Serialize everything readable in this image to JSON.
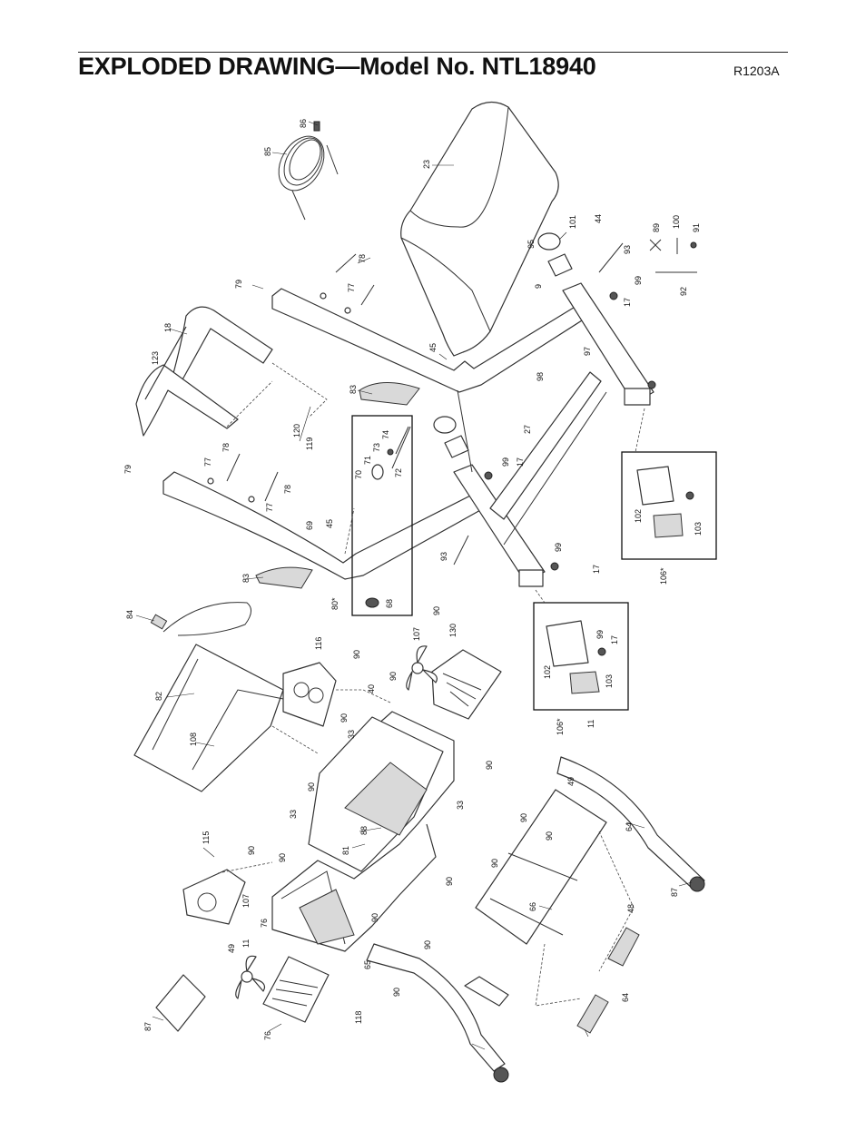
{
  "header": {
    "title": "EXPLODED DRAWING—Model No. NTL18940",
    "code": "R1203A"
  },
  "callouts": [
    "86",
    "85",
    "23",
    "101",
    "44",
    "95",
    "89",
    "100",
    "91",
    "93",
    "9",
    "99",
    "17",
    "92",
    "78",
    "79",
    "77",
    "18",
    "123",
    "45",
    "97",
    "98",
    "83",
    "120",
    "119",
    "74",
    "73",
    "71",
    "72",
    "70",
    "27",
    "99",
    "17",
    "79",
    "78",
    "77",
    "78",
    "77",
    "69",
    "102",
    "103",
    "106*",
    "45",
    "93",
    "99",
    "17",
    "83",
    "80*",
    "68",
    "84",
    "90",
    "107",
    "130",
    "116",
    "90",
    "40",
    "82",
    "108",
    "90",
    "33",
    "90",
    "99",
    "17",
    "102",
    "103",
    "106*",
    "11",
    "90",
    "49",
    "90",
    "33",
    "33",
    "64",
    "115",
    "88",
    "81",
    "90",
    "90",
    "90",
    "90",
    "66",
    "90",
    "87",
    "90",
    "107",
    "90",
    "76",
    "11",
    "49",
    "48",
    "90",
    "90",
    "118",
    "65",
    "64",
    "87",
    "76"
  ]
}
